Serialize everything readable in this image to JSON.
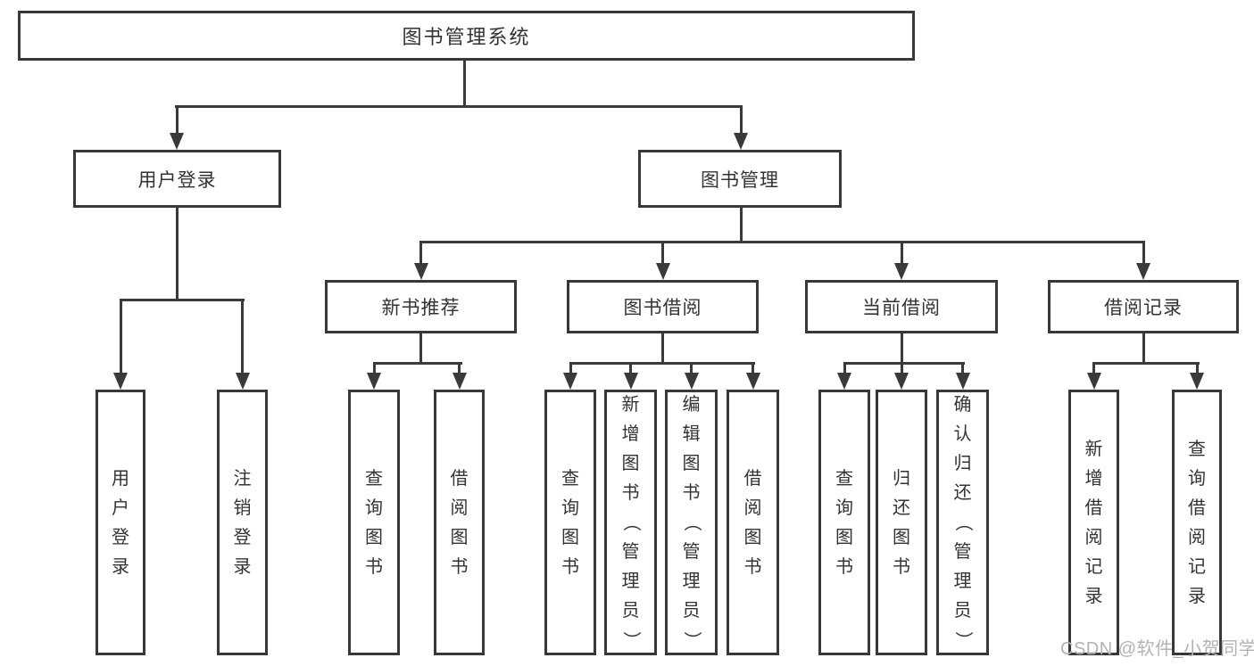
{
  "diagram": {
    "root": {
      "label": "图书管理系统"
    },
    "branches": [
      {
        "label": "用户登录",
        "leaves": [
          "用户登录",
          "注销登录"
        ]
      },
      {
        "label": "图书管理",
        "groups": [
          {
            "label": "新书推荐",
            "leaves": [
              "查询图书",
              "借阅图书"
            ]
          },
          {
            "label": "图书借阅",
            "leaves": [
              "查询图书",
              "新增图书（管理员）",
              "编辑图书（管理员）",
              "借阅图书"
            ]
          },
          {
            "label": "当前借阅",
            "leaves": [
              "查询图书",
              "归还图书",
              "确认归还（管理员）"
            ]
          },
          {
            "label": "借阅记录",
            "leaves": [
              "新增借阅记录",
              "查询借阅记录"
            ]
          }
        ]
      }
    ]
  },
  "watermark": {
    "label": "CSDN @软件_小贺同学"
  },
  "colors": {
    "line": "#3a3a3a",
    "text": "#333333",
    "box_background": "#ffffff",
    "watermark": "#b3b3b3"
  }
}
